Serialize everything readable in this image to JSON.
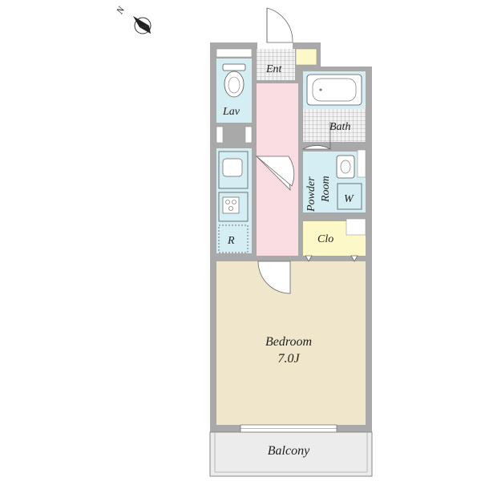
{
  "compass": {
    "north_letter": "N"
  },
  "rooms": {
    "entrance": "Ent",
    "lavatory": "Lav",
    "bath": "Bath",
    "powder_room_line1": "Powder",
    "powder_room_line2": "Room",
    "washer": "W",
    "refrigerator": "R",
    "closet": "Clo",
    "bedroom": "Bedroom",
    "bedroom_size": "7.0J",
    "balcony": "Balcony"
  },
  "colors": {
    "wall": "#a9a9a9",
    "hallway_pink": "#f9dde3",
    "wet_area_blue": "#d4eef3",
    "bedroom_beige": "#efe6cc",
    "closet_yellow": "#fdf8c8",
    "entrance_tile": "#e9e9e9",
    "balcony_gray": "#ececec"
  }
}
